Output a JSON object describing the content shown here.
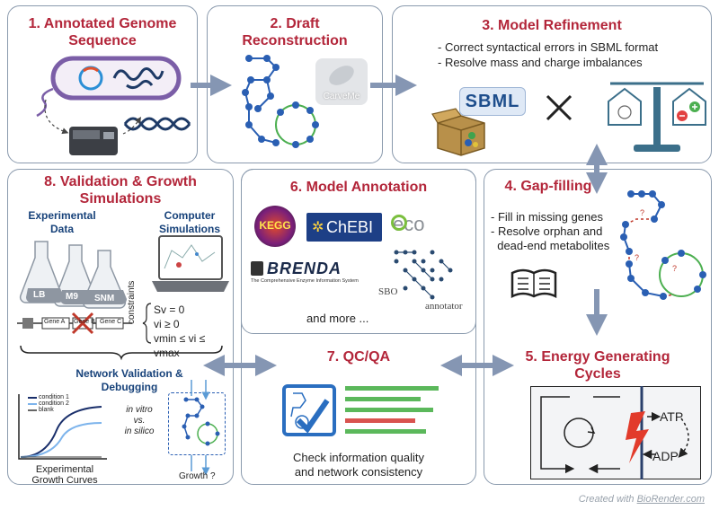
{
  "panels": {
    "p1": {
      "title_line1": "1.  Annotated Genome",
      "title_line2": "Sequence"
    },
    "p2": {
      "title_line1": "2. Draft",
      "title_line2": "Reconstruction",
      "logo": "CarveMe"
    },
    "p3": {
      "title": "3. Model Refinement",
      "bullets": [
        "- Correct syntactical errors in SBML format",
        "- Resolve mass and charge imbalances"
      ],
      "sbml_logo": "SBML"
    },
    "p4": {
      "title": "4. Gap-filling",
      "bullets": [
        "- Fill in missing genes",
        "- Resolve orphan and",
        "  dead-end metabolites"
      ]
    },
    "p5": {
      "title_line1": "5. Energy Generating",
      "title_line2": "Cycles",
      "atp": "ATP",
      "adp": "ADP"
    },
    "p6": {
      "title": "6. Model Annotation",
      "kegg": "KEGG",
      "chebi": "ChEBI",
      "eco": "eco",
      "brenda": "BRENDA",
      "brenda_sub": "The Comprehensive Enzyme Information System",
      "sbo": "SBO",
      "annotator": "annotator",
      "more": "and more ..."
    },
    "p7": {
      "title": "7. QC/QA",
      "caption_line1": "Check information quality",
      "caption_line2": "and network consistency"
    },
    "p8": {
      "title_line1": "8. Validation & Growth",
      "title_line2": "Simulations",
      "exp_line1": "Experimental",
      "exp_line2": "Data",
      "comp_line1": "Computer",
      "comp_line2": "Simulations",
      "flasks": [
        "LB",
        "M9",
        "SNM"
      ],
      "genes": [
        "Gene A",
        "Gene B",
        "Gene C"
      ],
      "constraints_label": "constraints",
      "eq1": "Sv = 0",
      "eq2": "vi ≥ 0",
      "eq3": "vmin ≤ vi ≤ vmax",
      "netval_line1": "Network Validation &",
      "netval_line2": "Debugging",
      "legend": [
        "condition 1",
        "condition 2",
        "blank"
      ],
      "vitro1": "in vitro",
      "vitro2": "vs.",
      "vitro3": "in silico",
      "curves_line1": "Experimental",
      "curves_line2": "Growth Curves",
      "growth_q": "Growth ?"
    }
  },
  "credit": {
    "prefix": "Created with ",
    "brand": "BioRender.com"
  },
  "colors": {
    "title": "#b3263a",
    "panel_border": "#8a9aad",
    "arrow": "#8596b3",
    "network": "#2a5fb3",
    "accent_green": "#4caf50"
  }
}
